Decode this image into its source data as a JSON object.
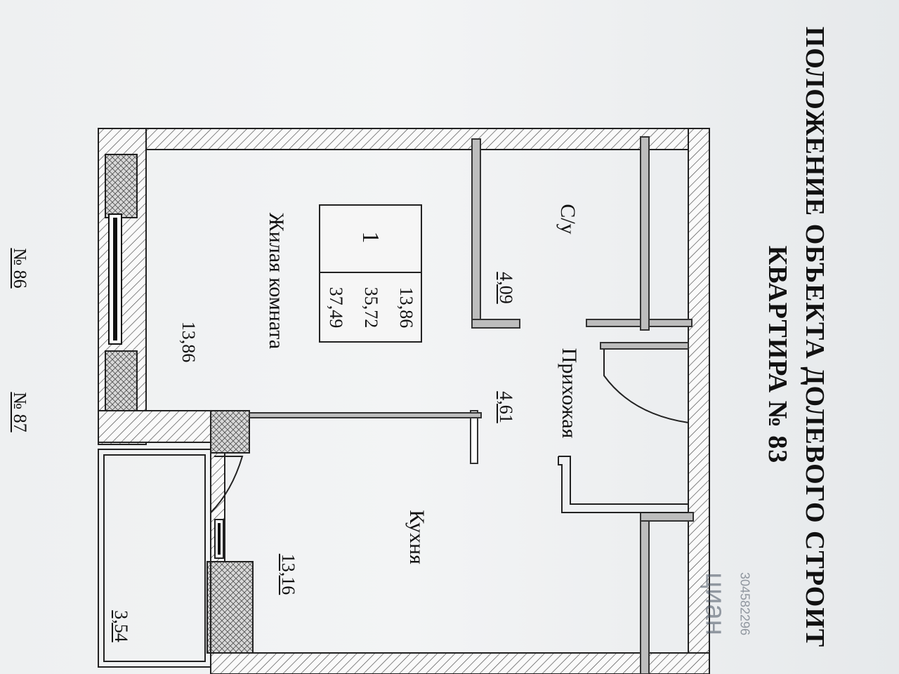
{
  "document": {
    "heading_line1": "ПОЛОЖЕНИЕ ОБЪЕКТА ДОЛЕВОГО СТРОИТ",
    "heading_line2": "КВАРТИРА № 83",
    "neighbours": [
      "№ 86",
      "№ 87"
    ]
  },
  "rooms": [
    {
      "name": "С/у",
      "area": "4,09"
    },
    {
      "name": "Прихожая",
      "area": "4,61"
    },
    {
      "name": "Жилая комната",
      "area": "13,86"
    },
    {
      "name": "Кухня",
      "area": "13,16"
    },
    {
      "name": "",
      "area": "3,54"
    }
  ],
  "legend": {
    "rooms_count": "1",
    "living_area": "13,86",
    "total_area": "35,72",
    "total_with_balcony": "37,49"
  },
  "watermark": {
    "brand": "циан",
    "id": "304582296"
  },
  "colors": {
    "ink": "#111111",
    "hatch": "#555555",
    "paper": "#f1f3f4"
  }
}
